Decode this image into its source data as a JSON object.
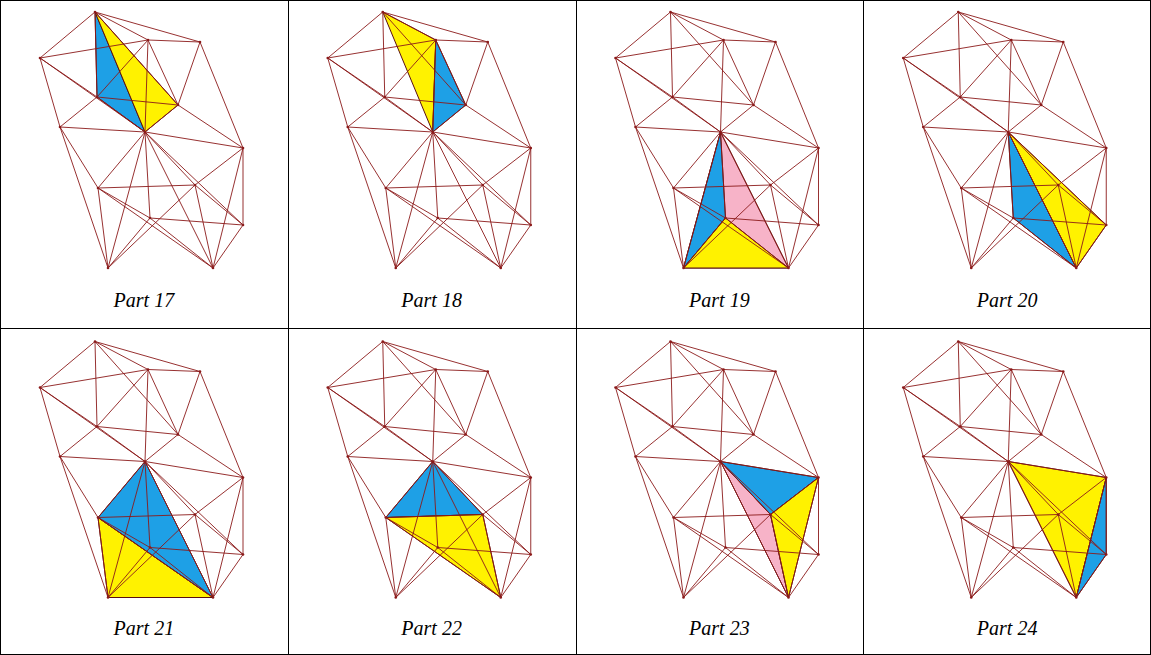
{
  "diagram": {
    "labels": [
      "Part 17",
      "Part 18",
      "Part 19",
      "Part 20",
      "Part 21",
      "Part 22",
      "Part 23",
      "Part 24"
    ]
  }
}
